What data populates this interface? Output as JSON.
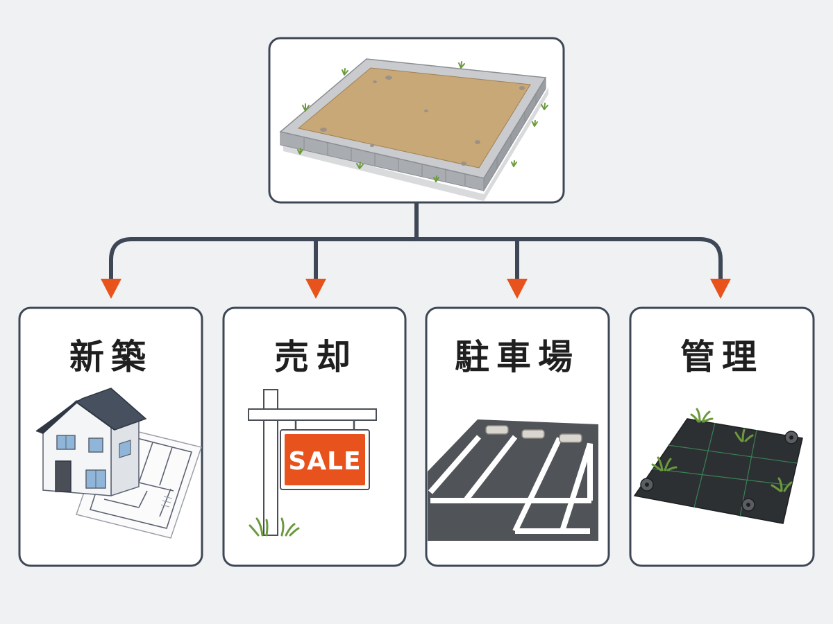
{
  "root": {
    "label": ""
  },
  "options": [
    {
      "title": "新築",
      "illustration": "house-with-floor-plan"
    },
    {
      "title": "売却",
      "illustration": "for-sale-sign"
    },
    {
      "title": "駐車場",
      "illustration": "parking-lot"
    },
    {
      "title": "管理",
      "illustration": "weed-control-sheet"
    }
  ],
  "sale_sign": {
    "text": "SALE"
  },
  "colors": {
    "background": "#f0f1f3",
    "card_border": "#3e4756",
    "card_fill": "#ffffff",
    "connector": "#3e4756",
    "arrow_head": "#e8531d",
    "sale_sign": "#e8531d"
  }
}
